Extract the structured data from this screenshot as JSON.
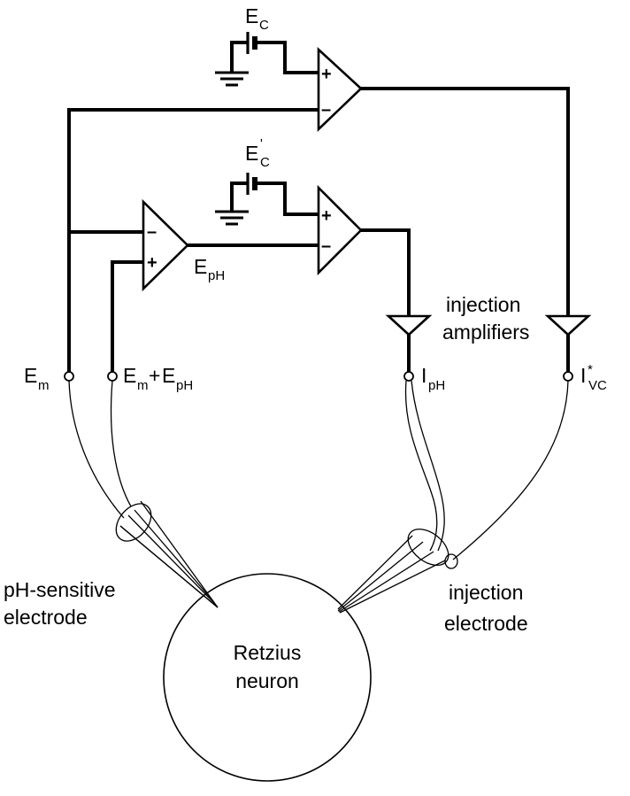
{
  "labels": {
    "ec_main": "E",
    "ec_sub": "C",
    "ec2_main": "E",
    "ec2_prime": "'",
    "ec2_sub": "C",
    "epH_main": "E",
    "epH_sub": "pH",
    "em_main": "E",
    "em_sub": "m",
    "emepH_main1": "E",
    "emepH_sub1": "m",
    "emepH_plus": "+",
    "emepH_main2": "E",
    "emepH_sub2": "pH",
    "iph_main": "I",
    "iph_sub": "pH",
    "ivc_main": "I",
    "ivc_star": "*",
    "ivc_sub": "VC",
    "injection_amplifiers_line1": "injection",
    "injection_amplifiers_line2": "amplifiers",
    "ph_electrode_line1": "pH-sensitive",
    "ph_electrode_line2": "electrode",
    "injection_electrode_line1": "injection",
    "injection_electrode_line2": "electrode",
    "neuron_line1": "Retzius",
    "neuron_line2": "neuron"
  },
  "amplifier_signs": {
    "plus": "+",
    "minus": "–"
  }
}
